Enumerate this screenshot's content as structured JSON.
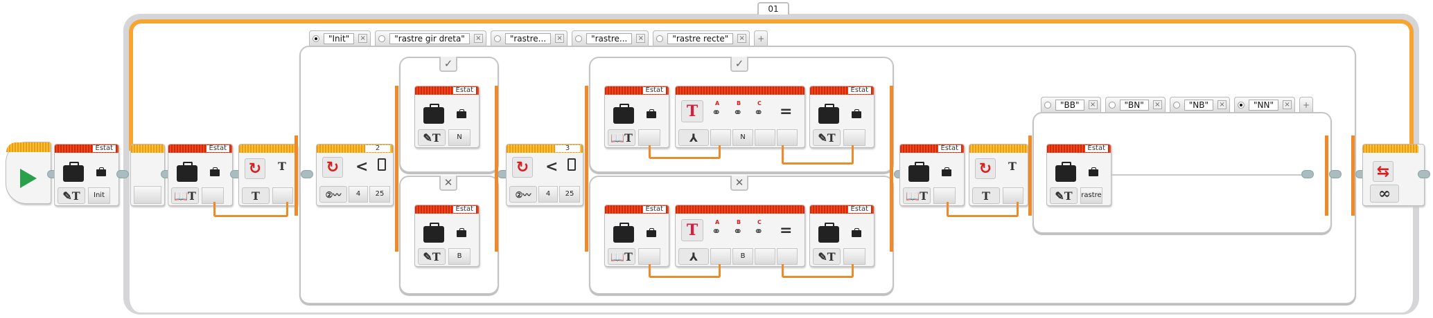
{
  "loop": {
    "name": "01",
    "mode_icon": "infinity-icon"
  },
  "start_block": {
    "icon": "play-icon"
  },
  "init_write": {
    "block_name": "Estat",
    "mode_icon": "pencil-text-icon",
    "value": "Init"
  },
  "read_1": {
    "block_name": "Estat",
    "mode_icon": "book-text-icon"
  },
  "switch_outer": {
    "mode_icon": "text-icon",
    "selected_tab": 0,
    "tabs": [
      {
        "label": "\"Init\""
      },
      {
        "label": "\"rastre gir dreta\""
      },
      {
        "label": "\"rastre..."
      },
      {
        "label": "\"rastre..."
      },
      {
        "label": "\"rastre recte\""
      }
    ],
    "add_tab": "+"
  },
  "switch_sensor_1": {
    "port": "2",
    "compare": "<",
    "threshold_value": "4",
    "value": "25",
    "case_true": "✓",
    "case_false": "✕",
    "true_write": {
      "block_name": "Estat",
      "value": "N"
    },
    "false_write": {
      "block_name": "Estat",
      "value": "B"
    }
  },
  "switch_sensor_2": {
    "port": "3",
    "compare": "<",
    "threshold_value": "4",
    "value": "25",
    "case_true": "✓",
    "case_false": "✕",
    "true_branch": {
      "read": {
        "block_name": "Estat"
      },
      "text": {
        "labels": [
          "A",
          "B",
          "C"
        ],
        "b_value": "N",
        "equals": "="
      },
      "write": {
        "block_name": "Estat"
      }
    },
    "false_branch": {
      "read": {
        "block_name": "Estat"
      },
      "text": {
        "labels": [
          "A",
          "B",
          "C"
        ],
        "b_value": "B",
        "equals": "="
      },
      "write": {
        "block_name": "Estat"
      }
    }
  },
  "read_2": {
    "block_name": "Estat"
  },
  "switch_inner": {
    "mode_icon": "text-icon",
    "selected_tab": 3,
    "tabs": [
      {
        "label": "\"BB\""
      },
      {
        "label": "\"BN\""
      },
      {
        "label": "\"NB\""
      },
      {
        "label": "\"NN\""
      }
    ],
    "add_tab": "+",
    "write": {
      "block_name": "Estat",
      "value": "rastre"
    }
  }
}
